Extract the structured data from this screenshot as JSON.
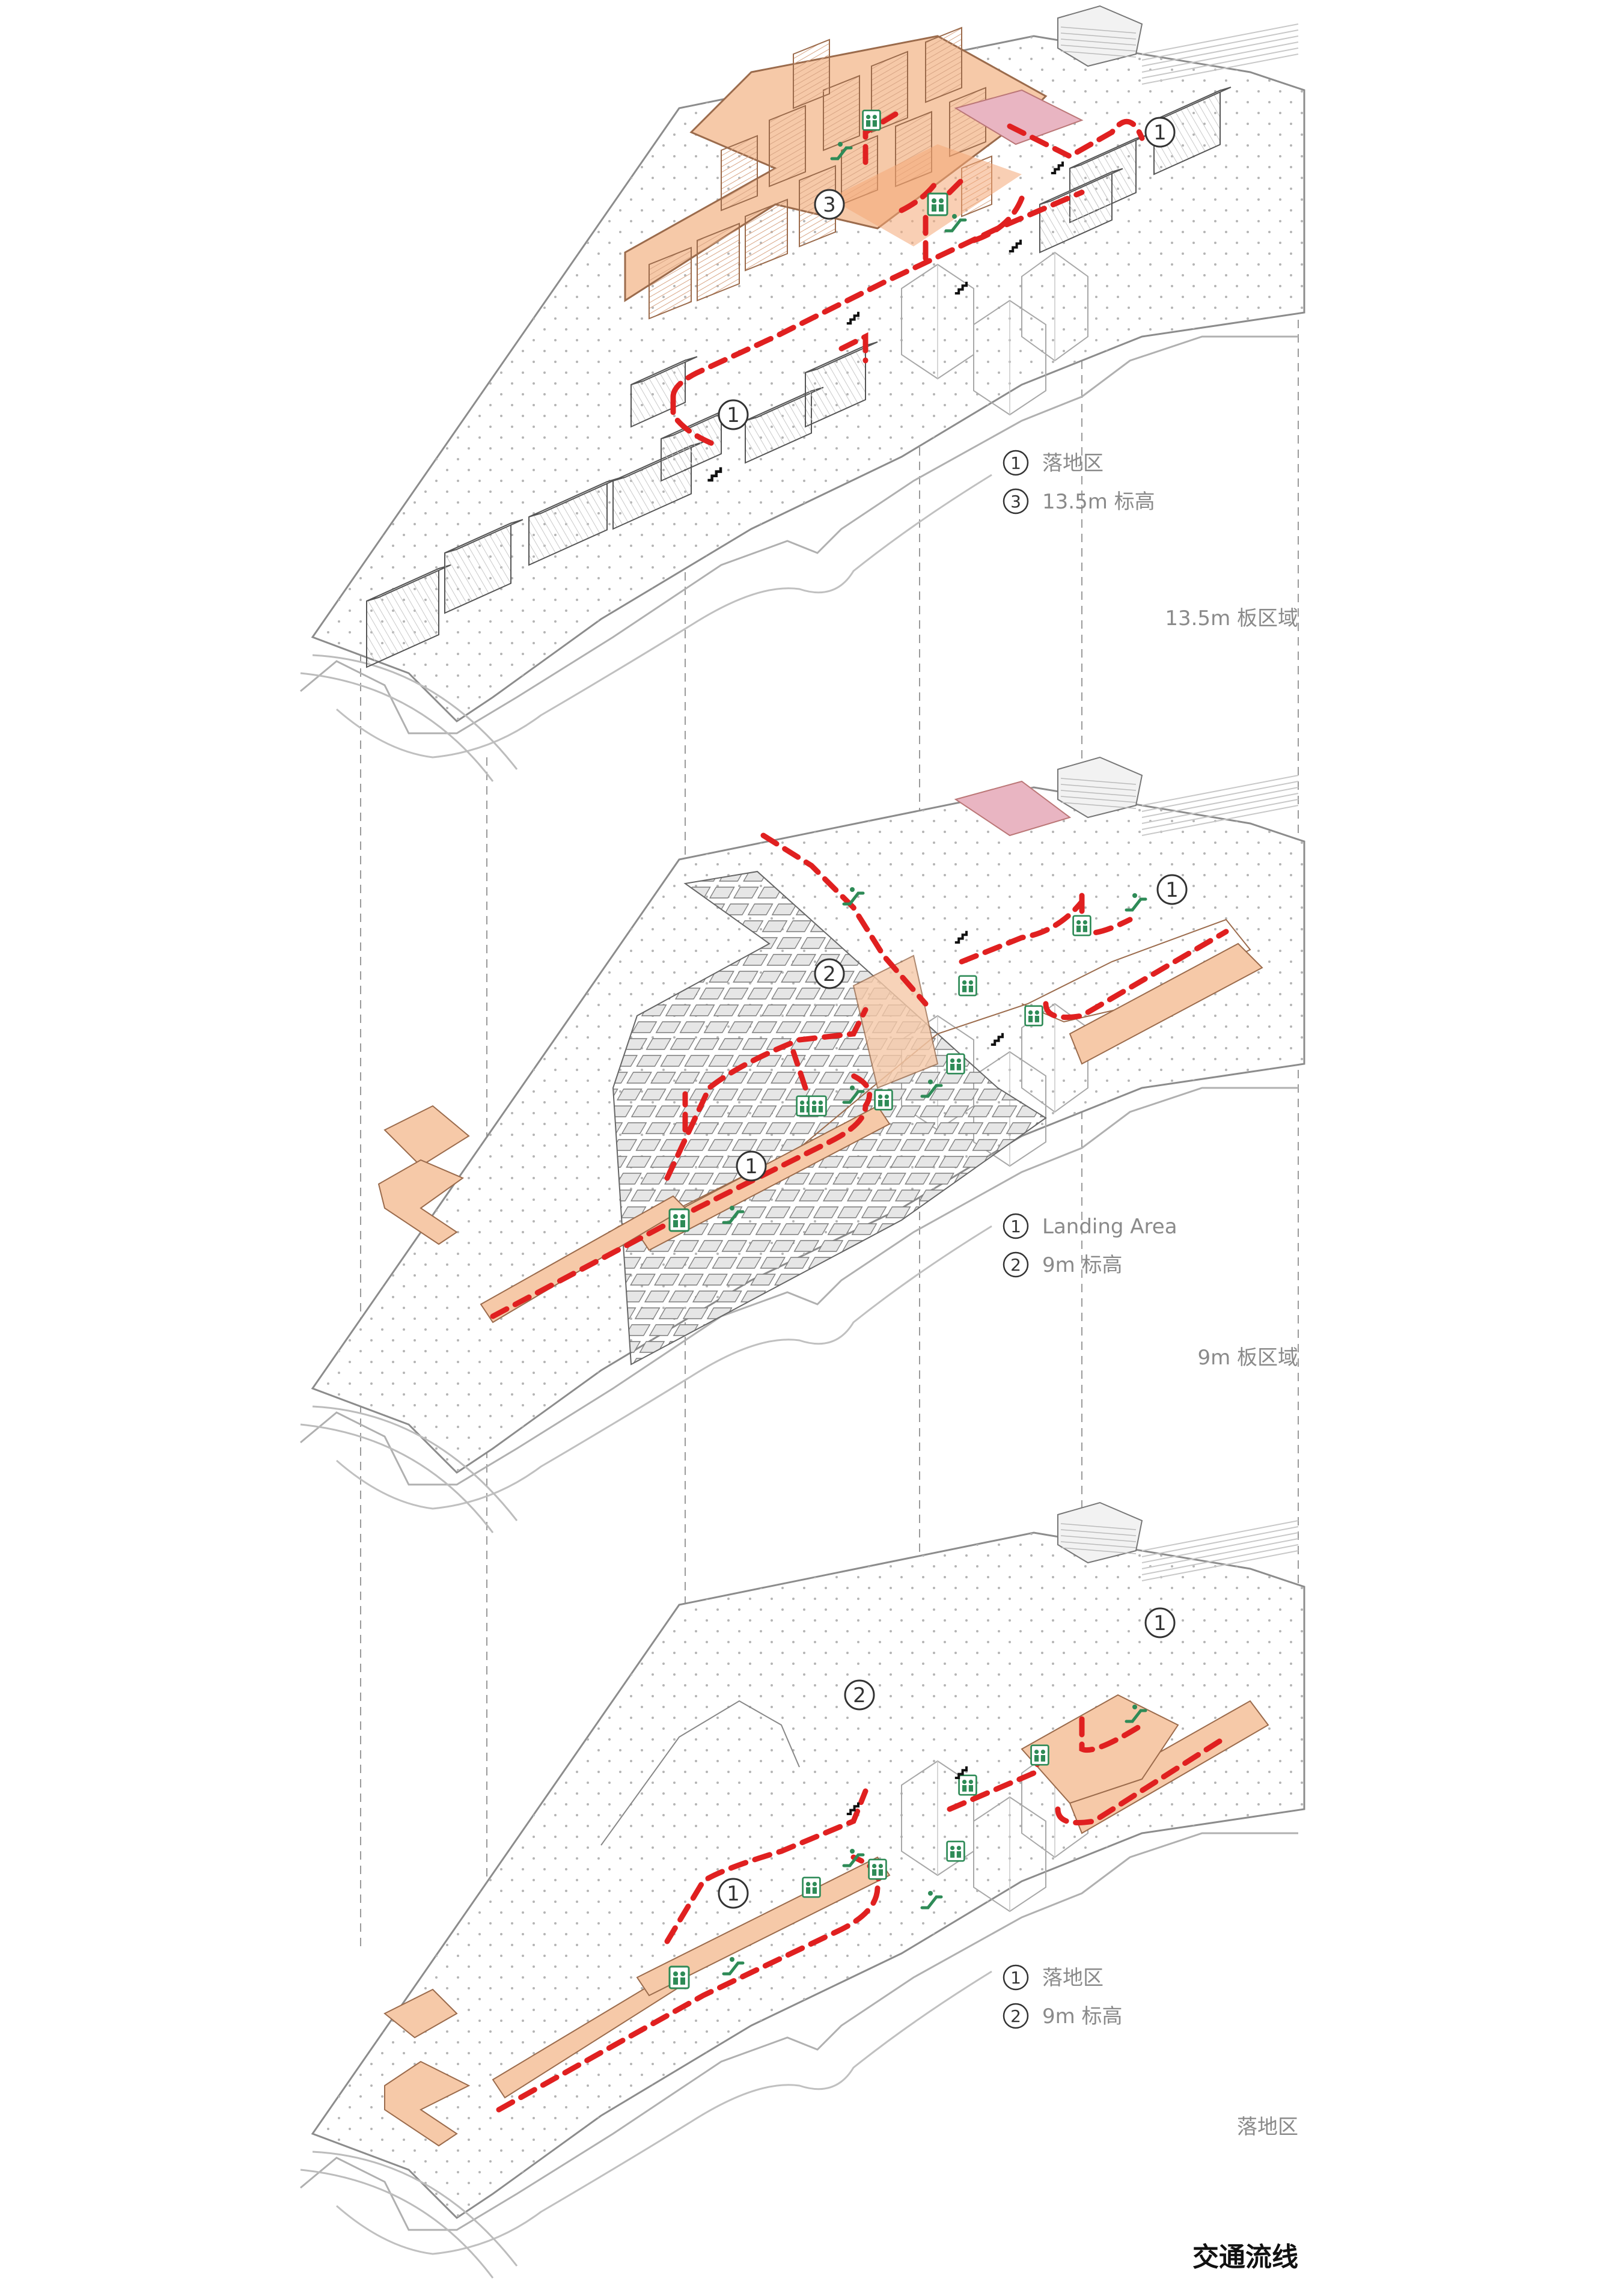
{
  "title": "交通流线",
  "colors": {
    "flow": "#e02020",
    "building": "#f6c9a8",
    "building_stroke": "#9b6b4c",
    "elevator": "#2e8b57",
    "line": "#8c8c8c",
    "guide": "#9a9a9a"
  },
  "layers": [
    {
      "id": "level-13-5",
      "band_label": "13.5m 板区域",
      "callouts": [
        {
          "num": "1"
        },
        {
          "num": "3"
        },
        {
          "num": "1"
        }
      ],
      "legend": [
        {
          "num": "1",
          "text": "落地区"
        },
        {
          "num": "3",
          "text": "13.5m 标高"
        }
      ]
    },
    {
      "id": "level-9",
      "band_label": "9m 板区域",
      "callouts": [
        {
          "num": "1"
        },
        {
          "num": "2"
        },
        {
          "num": "1"
        }
      ],
      "legend": [
        {
          "num": "1",
          "text": "Landing Area"
        },
        {
          "num": "2",
          "text": "9m 标高"
        }
      ]
    },
    {
      "id": "level-ground",
      "band_label": "落地区",
      "callouts": [
        {
          "num": "1"
        },
        {
          "num": "2"
        },
        {
          "num": "1"
        }
      ],
      "legend": [
        {
          "num": "1",
          "text": "落地区"
        },
        {
          "num": "2",
          "text": "9m 标高"
        }
      ]
    }
  ],
  "icons": [
    "elevator-icon",
    "escalator-icon",
    "stair-icon"
  ]
}
